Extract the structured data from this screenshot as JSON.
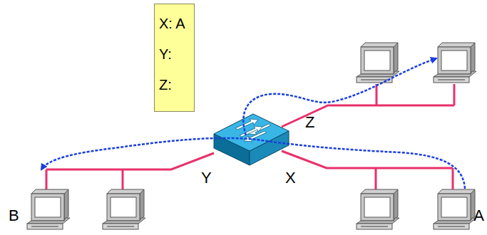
{
  "diagram": {
    "nodes": [
      {
        "text": [
          "X: A",
          "Y:",
          "Z:"
        ]
      }
    ],
    "labels": [
      "Z",
      "Y",
      "X",
      "B",
      "A"
    ]
  }
}
